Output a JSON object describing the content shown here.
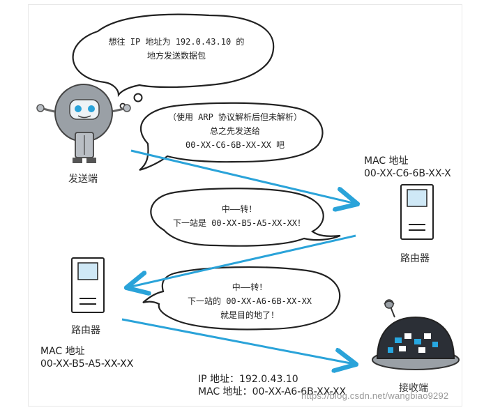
{
  "bubbles": {
    "sender_thought": [
      "想往 IP 地址为 192.0.43.10 的",
      "地方发送数据包"
    ],
    "sender_arp": [
      "（使用 ARP 协议解析后但未解析）",
      "总之先发送给",
      "00-XX-C6-6B-XX-XX 吧"
    ],
    "router1_relay": [
      "中——转！",
      "下一站是 00-XX-B5-A5-XX-XX！"
    ],
    "router2_relay": [
      "中——转！",
      "下一站的 00-XX-A6-6B-XX-XX",
      "就是目的地了！"
    ]
  },
  "nodes": {
    "sender": {
      "label": "发送端"
    },
    "router_right": {
      "label": "路由器",
      "mac_title": "MAC 地址",
      "mac_value": "00-XX-C6-6B-XX-X"
    },
    "router_left": {
      "label": "路由器",
      "mac_title": "MAC 地址",
      "mac_value": "00-XX-B5-A5-XX-XX"
    },
    "receiver": {
      "label": "接收端",
      "ip_line": "IP 地址：192.0.43.10",
      "mac_line": "MAC 地址：00-XX-A6-6B-XX-XX"
    }
  },
  "watermark": "https://blog.csdn.net/wangbiao9292",
  "colors": {
    "arrow": "#2aa3d9",
    "robot_body": "#9aa0a6",
    "robot_eye": "#2aa3d9",
    "receiver_dome": "#2b2f36",
    "receiver_accent": "#27a7e0"
  }
}
